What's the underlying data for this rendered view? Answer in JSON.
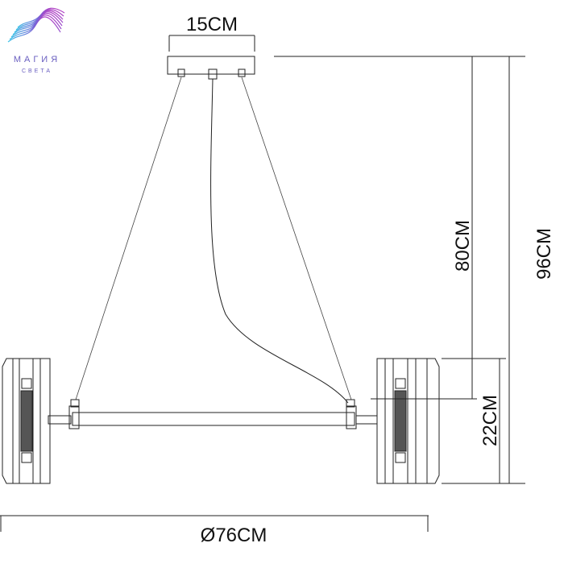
{
  "logo": {
    "name": "МАГИЯ",
    "subtitle": "СВЕТА"
  },
  "dimensions": {
    "plate_width": "15CM",
    "drop_to_bar": "80CM",
    "total_height": "96CM",
    "shade_height": "22CM",
    "diameter": "Ø76CM"
  },
  "colors": {
    "line": "#222222",
    "logo_start": "#3fc6e8",
    "logo_end": "#b03cc8"
  }
}
